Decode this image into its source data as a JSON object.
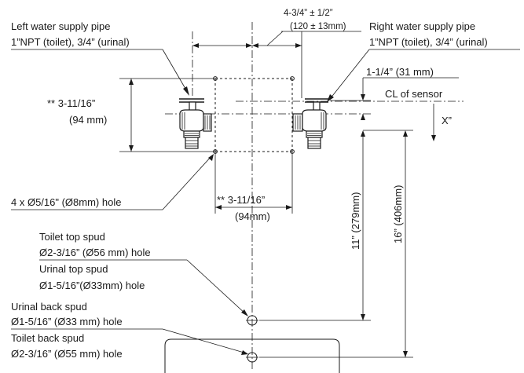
{
  "labels": {
    "top_dim_line1": "4-3/4” ± 1/2”",
    "top_dim_line2": "(120 ± 13mm)",
    "left_pipe_line1": "Left water supply pipe",
    "left_pipe_line2": "1”NPT (toilet), 3/4” (urinal)",
    "right_pipe_line1": "Right water supply pipe",
    "right_pipe_line2": "1”NPT (toilet), 3/4” (urinal)",
    "dim_31": "1-1/4” (31 mm)",
    "cl_sensor": "CL of sensor",
    "x_dim": "X”",
    "left_vert_line1": "** 3-11/16”",
    "left_vert_line2": "(94 mm)",
    "holes_4x": "4 x Ø5/16\" (Ø8mm) hole",
    "mid_horiz_line1": "** 3-11/16”",
    "mid_horiz_line2": "(94mm)",
    "dim_11": "11” (279mm)",
    "dim_16": "16” (406mm)",
    "toilet_top_line1": "Toilet top spud",
    "toilet_top_line2": "Ø2-3/16” (Ø56 mm) hole",
    "urinal_top_line1": "Urinal top spud",
    "urinal_top_line2": "Ø1-5/16”(Ø33mm) hole",
    "urinal_back_line1": "Urinal back spud",
    "urinal_back_line2": "Ø1-5/16” (Ø33 mm) hole",
    "toilet_back_line1": "Toilet back spud",
    "toilet_back_line2": "Ø2-3/16” (Ø55 mm) hole"
  },
  "colors": {
    "ink": "#1a1a1a",
    "background": "#ffffff"
  }
}
